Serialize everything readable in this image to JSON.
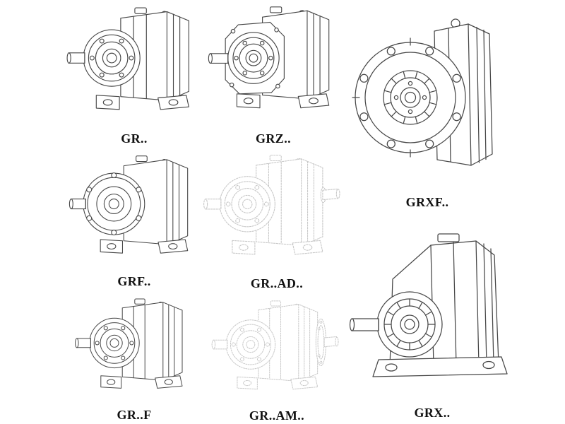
{
  "page": {
    "background": "#ffffff"
  },
  "colors": {
    "line": "#474747",
    "ghost": "#c8c8c8",
    "background": "#ffffff",
    "label": "#111111"
  },
  "items": [
    {
      "label": "GR..",
      "drawing": "foot-mounted-gearbox-solid"
    },
    {
      "label": "GRZ..",
      "drawing": "foot-mounted-gearbox-octagon-plate-solid"
    },
    {
      "label": "GRXF..",
      "drawing": "flange-gearbox-front-view-solid"
    },
    {
      "label": "GRF..",
      "drawing": "flange-gearbox-with-feet-solid"
    },
    {
      "label": "GR..AD..",
      "drawing": "gearbox-with-input-shaft-adapter-ghost"
    },
    {
      "label": "GR..F",
      "drawing": "foot-mounted-gearbox-solid"
    },
    {
      "label": "GR..AM..",
      "drawing": "gearbox-with-motor-adapter-flange-ghost"
    },
    {
      "label": "GRX..",
      "drawing": "large-foot-mounted-gearbox-solid"
    }
  ]
}
